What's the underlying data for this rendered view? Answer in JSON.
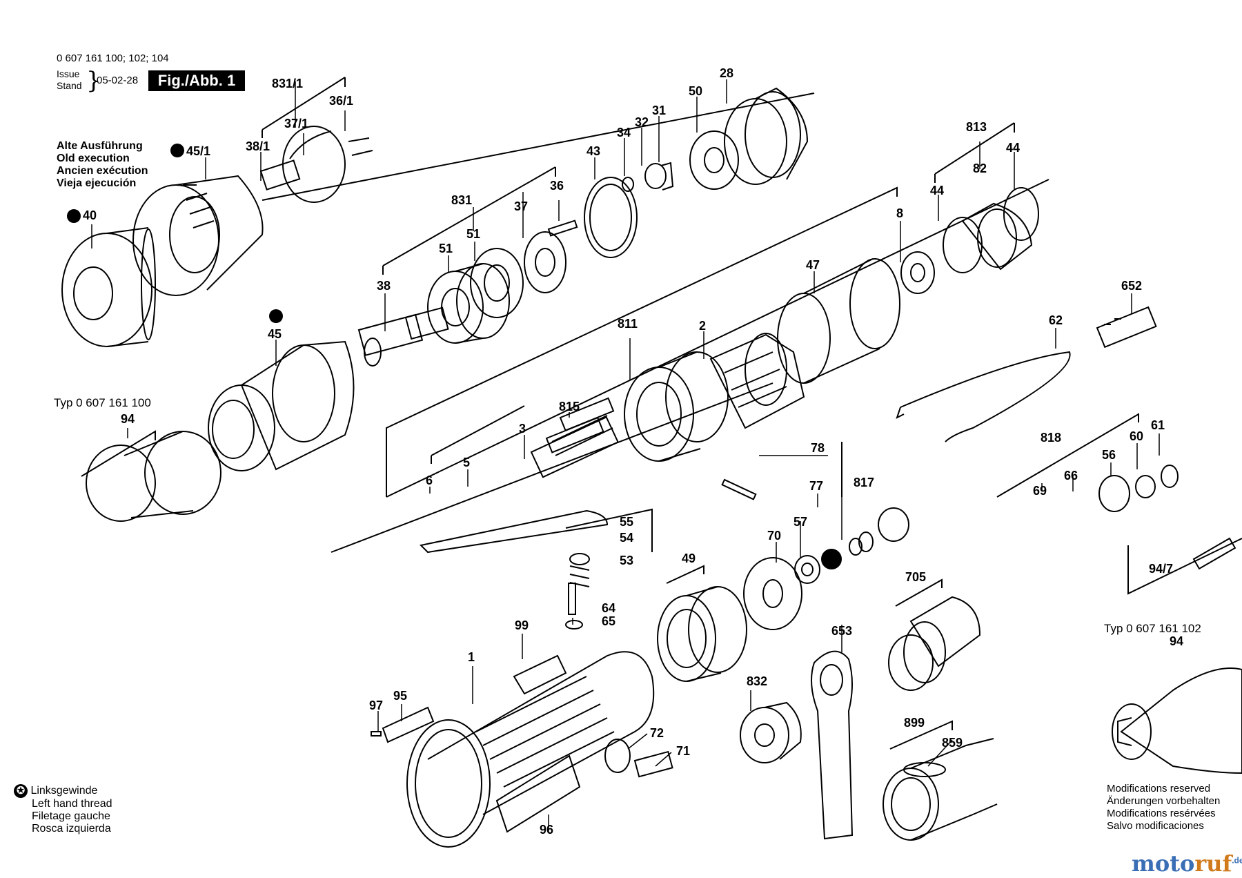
{
  "header": {
    "model_numbers": "0 607 161 100; 102; 104",
    "issue_label": "Issue",
    "stand_label": "Stand",
    "date": "05-02-28",
    "figure": "Fig./Abb. 1"
  },
  "old_execution": [
    "Alte Ausführung",
    "Old execution",
    "Ancien exécution",
    "Vieja ejecución"
  ],
  "type_labels": {
    "typ_100": "Typ 0 607 161 100",
    "typ_102": "Typ 0 607 161 102"
  },
  "left_hand_note": [
    "Linksgewinde",
    "Left hand thread",
    "Filetage gauche",
    "Rosca izquierda"
  ],
  "modifications_note": [
    "Modifications reserved",
    "Änderungen vorbehalten",
    "Modifications resérvées",
    "Salvo modificaciones"
  ],
  "brand": {
    "part1": "moto",
    "part2": "ruf",
    "tld": ".de"
  },
  "star_symbol": "✪",
  "part_labels": [
    "831/1",
    "36/1",
    "37/1",
    "38/1",
    "45/1",
    "40",
    "28",
    "50",
    "31",
    "32",
    "34",
    "43",
    "831",
    "36",
    "37",
    "51",
    "51",
    "38",
    "45",
    "94",
    "811",
    "2",
    "47",
    "8",
    "813",
    "82",
    "44",
    "44",
    "652",
    "62",
    "815",
    "3",
    "5",
    "6",
    "78",
    "77",
    "817",
    "818",
    "56",
    "60",
    "61",
    "69",
    "66",
    "55",
    "54",
    "53",
    "64",
    "65",
    "99",
    "1",
    "97",
    "95",
    "72",
    "71",
    "96",
    "49",
    "70",
    "57",
    "705",
    "653",
    "832",
    "899",
    "859",
    "94/7",
    "94"
  ]
}
